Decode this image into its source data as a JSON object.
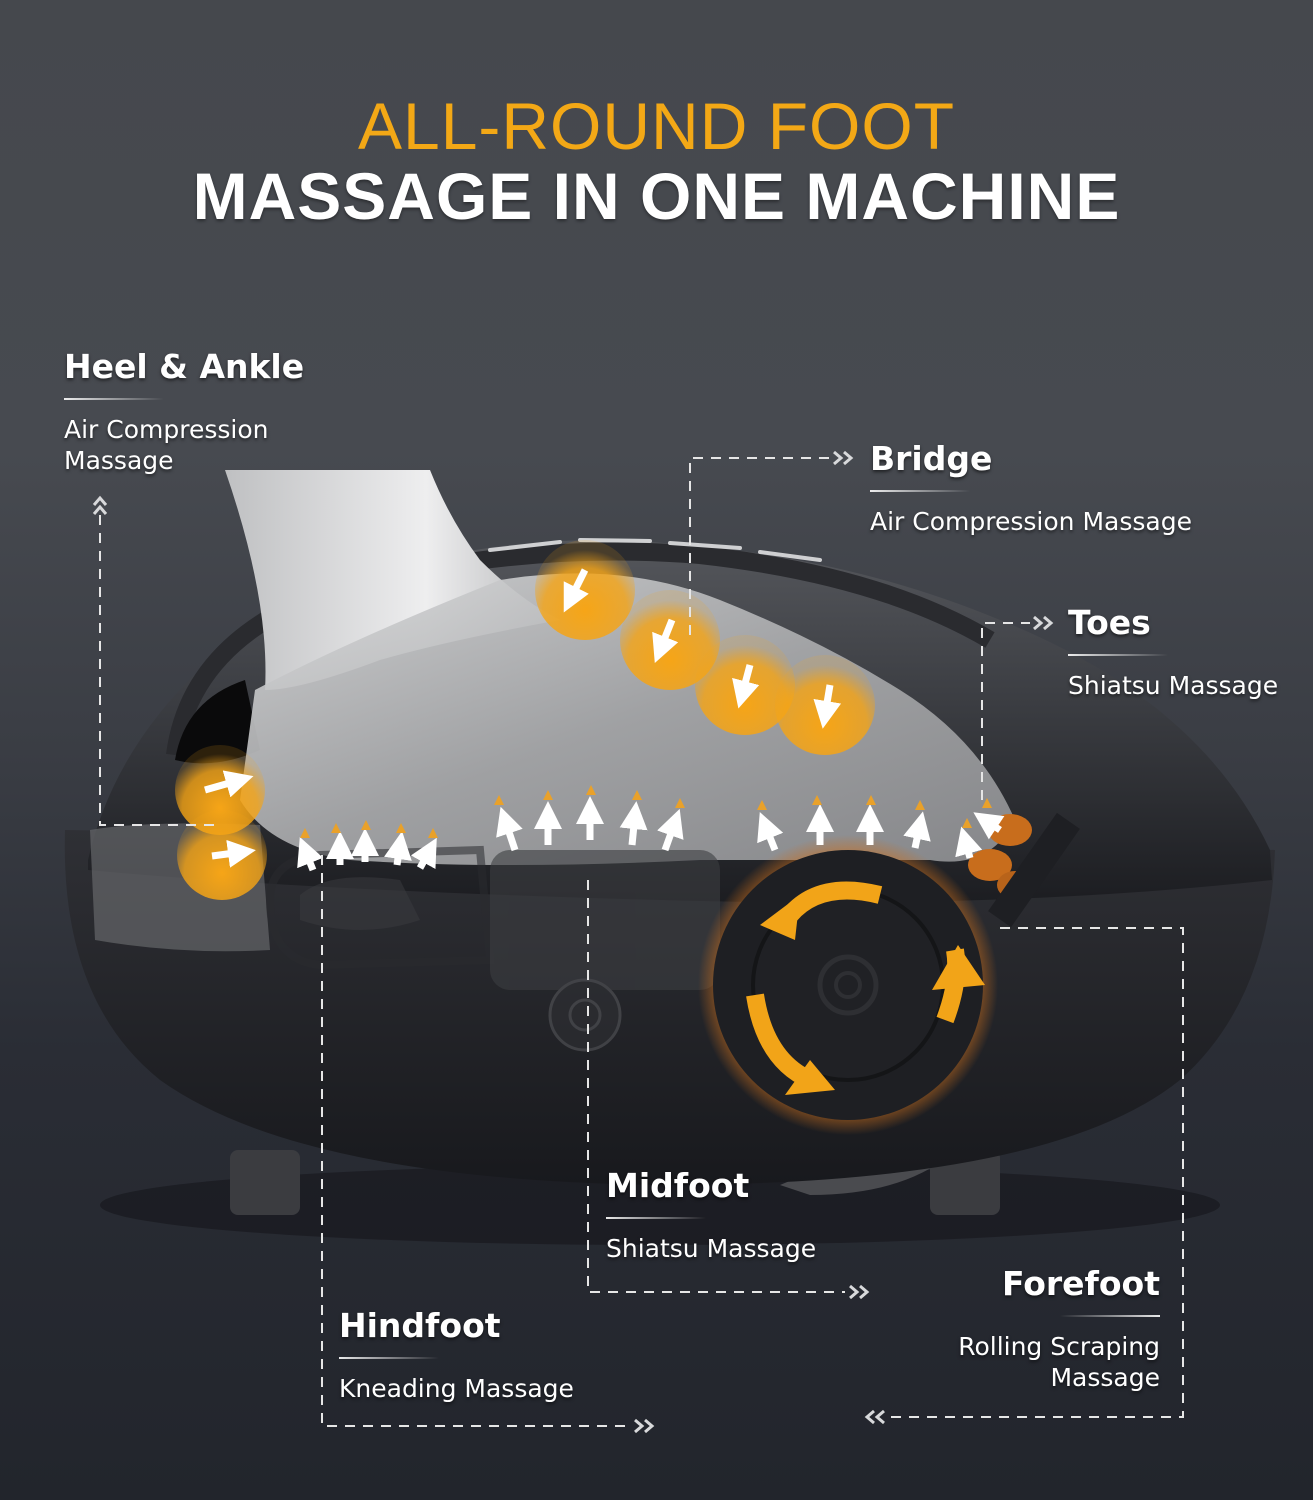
{
  "headline": {
    "line1": "ALL-ROUND FOOT",
    "line2": "MASSAGE IN ONE MACHINE"
  },
  "colors": {
    "accent_orange": "#f3a816",
    "roller_orange": "#d9781e",
    "text_white": "#ffffff",
    "background_top": "#45484d",
    "background_bottom": "#22252c"
  },
  "callouts": [
    {
      "id": "heel-ankle",
      "title": "Heel & Ankle",
      "subtitle_lines": [
        "Air Compression",
        "Massage"
      ],
      "arrow": "up-chevrons"
    },
    {
      "id": "bridge",
      "title": "Bridge",
      "subtitle_lines": [
        "Air Compression Massage"
      ],
      "arrow": "right-chevrons"
    },
    {
      "id": "toes",
      "title": "Toes",
      "subtitle_lines": [
        "Shiatsu Massage"
      ],
      "arrow": "right-chevrons"
    },
    {
      "id": "midfoot",
      "title": "Midfoot",
      "subtitle_lines": [
        "Shiatsu Massage"
      ],
      "arrow": "right-chevrons"
    },
    {
      "id": "forefoot",
      "title": "Forefoot",
      "subtitle_lines": [
        "Rolling Scraping",
        "Massage"
      ],
      "arrow": "left-chevrons"
    },
    {
      "id": "hindfoot",
      "title": "Hindfoot",
      "subtitle_lines": [
        "Kneading Massage"
      ],
      "arrow": "right-chevrons"
    }
  ],
  "icons": {
    "air_compression_arrows": "arrow-into-foot-icon",
    "shiatsu_arrows": "arrow-up-icon",
    "rolling_arrows": "rotate-clockwise-icon"
  }
}
